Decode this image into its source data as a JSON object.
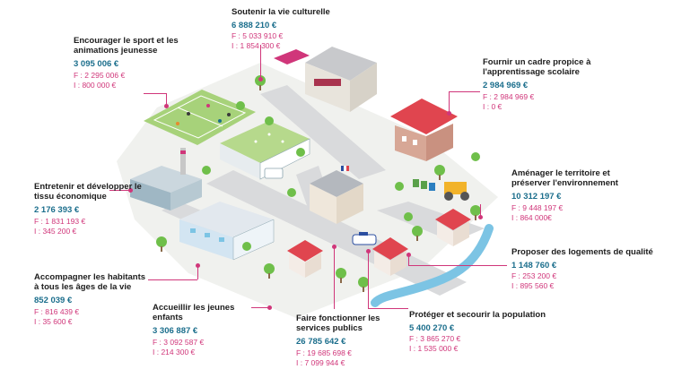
{
  "labels": {
    "culture": {
      "title": "Soutenir la vie culturelle",
      "total": "6 888 210 €",
      "f": "F : 5 033 910 €",
      "i": "I : 1 854 300 €"
    },
    "sport": {
      "title": "Encourager le sport et les animations jeunesse",
      "total": "3 095 006 €",
      "f": "F : 2 295 006 €",
      "i": "I : 800 000 €"
    },
    "school": {
      "title": "Fournir un cadre propice à l'apprentissage scolaire",
      "total": "2 984 969 €",
      "f": "F : 2 984 969 €",
      "i": "I : 0 €"
    },
    "economy": {
      "title": "Entretenir et développer le tissu économique",
      "total": "2 176 393 €",
      "f": "F : 1 831 193 €",
      "i": "I : 345 200 €"
    },
    "territory": {
      "title": "Aménager le territoire et préserver l'environnement",
      "total": "10 312 197 €",
      "f": "F : 9 448 197 €",
      "i": "I : 864 000€"
    },
    "housing": {
      "title": "Proposer des logements de qualité",
      "total": "1 148 760 €",
      "f": "F : 253 200 €",
      "i": "I : 895 560 €"
    },
    "seniors": {
      "title": "Accompagner les habitants à tous les âges de la vie",
      "total": "852 039 €",
      "f": "F : 816 439 €",
      "i": "I : 35 600 €"
    },
    "children": {
      "title": "Accueillir les jeunes enfants",
      "total": "3 306 887 €",
      "f": "F : 3 092 587 €",
      "i": "I : 214 300 €"
    },
    "public": {
      "title": "Faire fonctionner les services publics",
      "total": "26 785 642 €",
      "f": "F : 19 685 698 €",
      "i": "I : 7 099 944 €"
    },
    "safety": {
      "title": "Protéger et secourir la population",
      "total": "5 400 270 €",
      "f": "F : 3 865 270 €",
      "i": "I : 1 535 000 €"
    }
  },
  "colors": {
    "accent": "#d0367a",
    "total": "#1b6e8c",
    "road": "#d8d9db",
    "grass": "#e9f1df",
    "river": "#7cc4e4"
  }
}
